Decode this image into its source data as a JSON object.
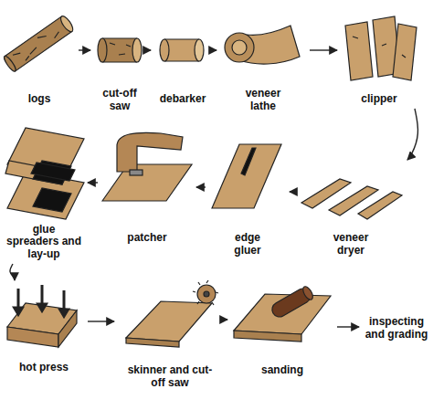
{
  "diagram": {
    "nodes": [
      {
        "text": [
          "logs"
        ]
      },
      {
        "text": [
          "cut-off saw"
        ]
      },
      {
        "text": [
          "debarker"
        ]
      },
      {
        "text": [
          "veneer lathe"
        ]
      },
      {
        "text": [
          "clipper"
        ]
      },
      {
        "text": [
          "veneer dryer"
        ]
      },
      {
        "text": [
          "edge gluer"
        ]
      },
      {
        "text": [
          "patcher"
        ]
      },
      {
        "text": [
          "glue spreaders and lay-up"
        ]
      },
      {
        "text": [
          "hot press"
        ]
      },
      {
        "text": [
          "skinner and cut-off saw"
        ]
      },
      {
        "text": [
          "sanding"
        ]
      },
      {
        "text": [
          "inspecting and grading"
        ]
      }
    ],
    "edges": [
      {
        "from": 0,
        "to": 1,
        "arrow": "to"
      },
      {
        "from": 1,
        "to": 2,
        "arrow": "to"
      },
      {
        "from": 2,
        "to": 3,
        "arrow": "to"
      },
      {
        "from": 3,
        "to": 4,
        "arrow": "to"
      },
      {
        "from": 4,
        "to": 5,
        "arrow": "to"
      },
      {
        "from": 5,
        "to": 6,
        "arrow": "to"
      },
      {
        "from": 6,
        "to": 7,
        "arrow": "to"
      },
      {
        "from": 7,
        "to": 8,
        "arrow": "to"
      },
      {
        "from": 8,
        "to": 9,
        "arrow": "to"
      },
      {
        "from": 9,
        "to": 10,
        "arrow": "to"
      },
      {
        "from": 10,
        "to": 11,
        "arrow": "to"
      },
      {
        "from": 11,
        "to": 12,
        "arrow": "to"
      }
    ]
  }
}
